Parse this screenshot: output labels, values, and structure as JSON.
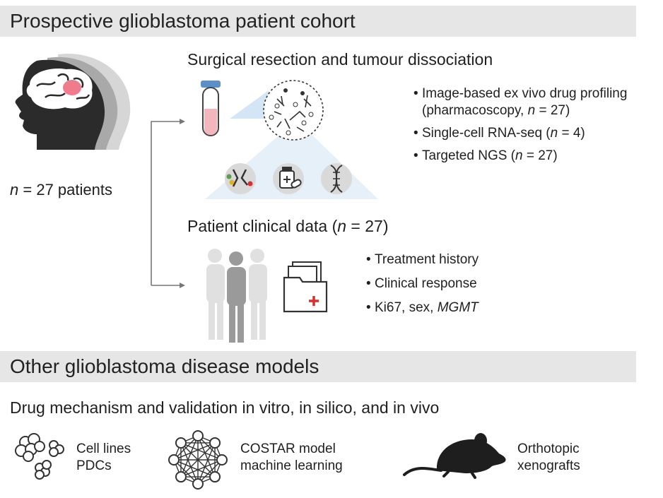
{
  "header1": "Prospective glioblastoma patient cohort",
  "cohort": {
    "n_label": "n",
    "n_rest": "= 27 patients"
  },
  "surgery": {
    "title": "Surgical resection and tumour dissociation",
    "bullets": [
      {
        "pre": "Image-based ex vivo drug profiling (pharmacoscopy, ",
        "n": "n",
        "post": " = 27)"
      },
      {
        "pre": "Single-cell RNA-seq (",
        "n": "n",
        "post": " = 4)"
      },
      {
        "pre": "Targeted NGS (",
        "n": "n",
        "post": " = 27)"
      }
    ]
  },
  "clinical": {
    "title_pre": "Patient clinical data (",
    "title_n": "n",
    "title_post": " = 27)",
    "bullets": [
      "Treatment history",
      "Clinical response"
    ],
    "last_pre": "Ki67, sex, ",
    "last_italic": "MGMT"
  },
  "header2": "Other glioblastoma disease models",
  "subtitle": "Drug mechanism and validation in vitro, in silico, and in vivo",
  "models": [
    {
      "line1": "Cell lines",
      "line2": "PDCs",
      "icon": "cell-cluster-icon"
    },
    {
      "line1": "COSTAR model",
      "line2": "machine learning",
      "icon": "network-icon"
    },
    {
      "line1": "Orthotopic",
      "line2": "xenografts",
      "icon": "mouse-icon"
    }
  ],
  "colors": {
    "band": "#e6e6e6",
    "tumour": "#f07b8c",
    "tube_cap": "#5b8fc7",
    "tube_fluid": "#f3b6bc",
    "accent_red": "#d9302c"
  }
}
